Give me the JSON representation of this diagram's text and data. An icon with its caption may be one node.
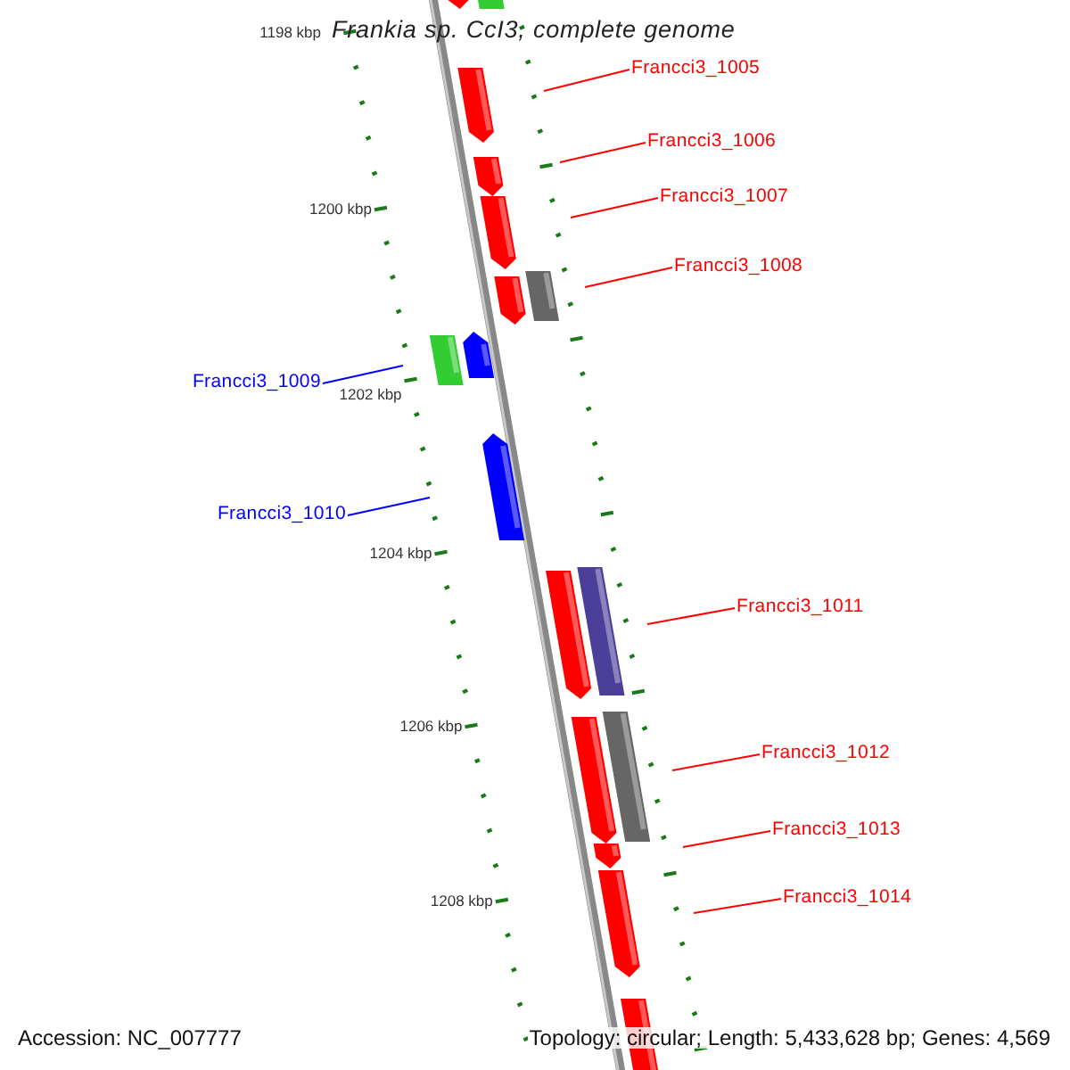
{
  "diagram": {
    "title": "Frankia sp. CcI3, complete genome",
    "nodes": [
      {
        "text": [
          "Francci3_1005"
        ]
      },
      {
        "text": [
          "Francci3_1006"
        ]
      },
      {
        "text": [
          "Francci3_1007"
        ]
      },
      {
        "text": [
          "Francci3_1008"
        ]
      },
      {
        "text": [
          "Francci3_1009"
        ]
      },
      {
        "text": [
          "Francci3_1010"
        ]
      },
      {
        "text": [
          "Francci3_1011"
        ]
      },
      {
        "text": [
          "Francci3_1012"
        ]
      },
      {
        "text": [
          "Francci3_1013"
        ]
      },
      {
        "text": [
          "Francci3_1014"
        ]
      }
    ],
    "edges": [
      {
        "from": 0,
        "to": null,
        "arrow": "none"
      },
      {
        "from": 1,
        "to": null,
        "arrow": "none"
      },
      {
        "from": 2,
        "to": null,
        "arrow": "none"
      },
      {
        "from": 3,
        "to": null,
        "arrow": "none"
      },
      {
        "from": 4,
        "to": null,
        "arrow": "none",
        "color": "#0000ff"
      },
      {
        "from": 5,
        "to": null,
        "arrow": "none",
        "color": "#0000ff"
      },
      {
        "from": 6,
        "to": null,
        "arrow": "none"
      },
      {
        "from": 7,
        "to": null,
        "arrow": "none"
      },
      {
        "from": 8,
        "to": null,
        "arrow": "none"
      },
      {
        "from": 9,
        "to": null,
        "arrow": "none"
      }
    ],
    "labels": [
      "1198 kbp",
      "1200 kbp",
      "1202 kbp",
      "1204 kbp",
      "1206 kbp",
      "1208 kbp",
      "Accession: NC_007777",
      "Topology: circular; Length: 5,433,628 bp; Genes: 4,569"
    ]
  }
}
